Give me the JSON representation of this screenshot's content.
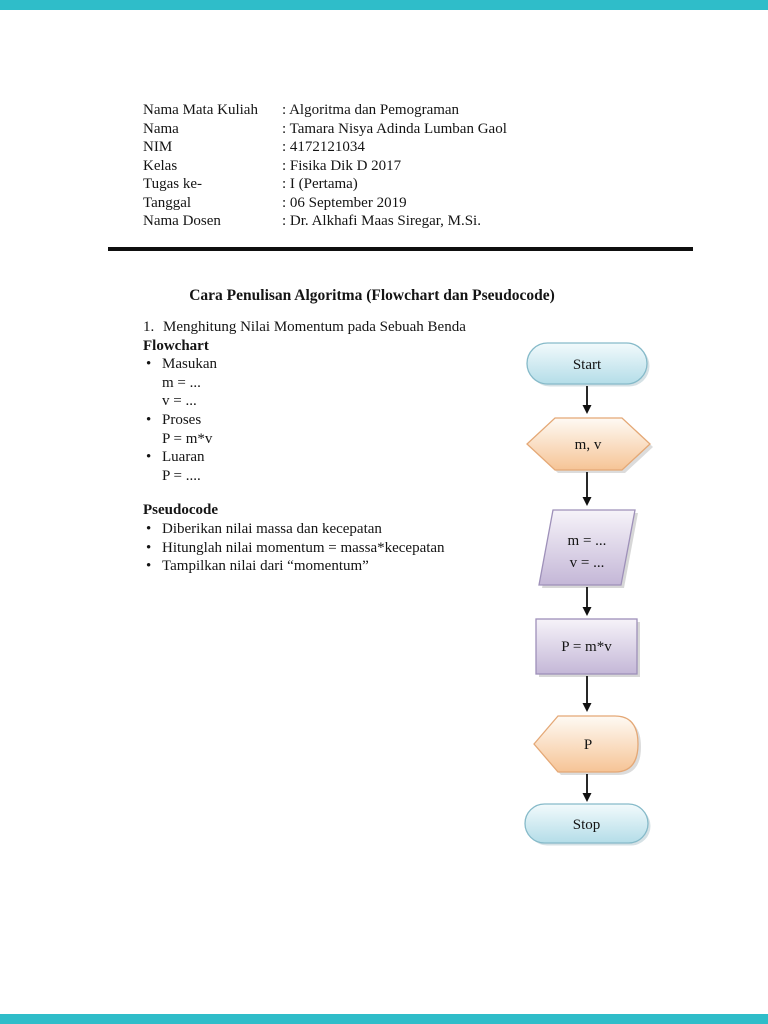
{
  "colors": {
    "accent_teal": "#2fbdc9",
    "terminator_fill_bottom": "#b4dde8",
    "terminator_border": "#86bac9",
    "io_fill_bottom": "#f6c496",
    "io_border": "#e4a876",
    "process_fill_bottom": "#c4b7d7",
    "process_border": "#9e90b9",
    "divider": "#0f0f0f",
    "text": "#141414"
  },
  "header": {
    "rows": [
      {
        "label": "Nama Mata Kuliah",
        "value": ": Algoritma dan Pemograman"
      },
      {
        "label": "Nama",
        "value": ": Tamara Nisya Adinda Lumban Gaol"
      },
      {
        "label": "NIM",
        "value": ": 4172121034"
      },
      {
        "label": "Kelas",
        "value": ": Fisika Dik D 2017"
      },
      {
        "label": "Tugas ke-",
        "value": ": I (Pertama)"
      },
      {
        "label": "Tanggal",
        "value": ": 06 September 2019"
      },
      {
        "label": "Nama Dosen",
        "value": ": Dr. Alkhafi Maas Siregar, M.Si."
      }
    ]
  },
  "title": "Cara Penulisan Algoritma (Flowchart dan Pseudocode)",
  "section": {
    "item_number": "1.",
    "item_title": "Menghitung Nilai Momentum pada Sebuah Benda",
    "bullet_char": "•",
    "flowchart_heading": "Flowchart",
    "flowchart_bullets": [
      {
        "label": "Masukan",
        "lines": [
          "m = ...",
          "v = ..."
        ]
      },
      {
        "label": "Proses",
        "lines": [
          "P = m*v"
        ]
      },
      {
        "label": "Luaran",
        "lines": [
          "P = ...."
        ]
      }
    ],
    "pseudocode_heading": "Pseudocode",
    "pseudocode_bullets": [
      "Diberikan nilai massa dan kecepatan",
      "Hitunglah nilai momentum = massa*kecepatan",
      "Tampilkan nilai dari “momentum”"
    ]
  },
  "flowchart": {
    "nodes": [
      {
        "type": "terminator",
        "label": "Start"
      },
      {
        "type": "manual-input",
        "label": "m, v"
      },
      {
        "type": "data-parallelogram",
        "lines": [
          "m = ...",
          "v = ..."
        ]
      },
      {
        "type": "process",
        "label": "P = m*v"
      },
      {
        "type": "display",
        "label": "P"
      },
      {
        "type": "terminator",
        "label": "Stop"
      }
    ]
  }
}
